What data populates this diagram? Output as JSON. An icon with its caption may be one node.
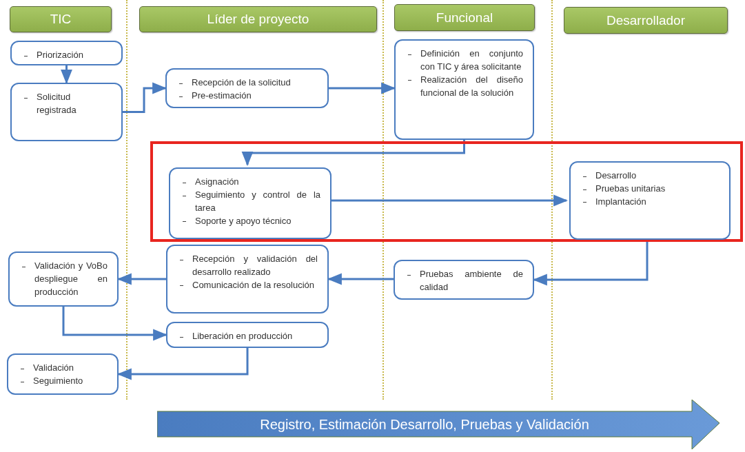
{
  "diagram": {
    "nodes": [
      {
        "text": [
          "TIC"
        ]
      },
      {
        "text": [
          "Líder de proyecto"
        ]
      },
      {
        "text": [
          "Funcional"
        ]
      },
      {
        "text": [
          "Desarrollador"
        ]
      },
      {
        "text": [
          "Priorización"
        ]
      },
      {
        "text": [
          "Solicitud registrada"
        ]
      },
      {
        "text": [
          "Recepción de la solicitud",
          "Pre-estimación"
        ]
      },
      {
        "text": [
          "Definición en conjunto con TIC y área solicitante",
          "Realización del diseño funcional de la solución"
        ]
      },
      {
        "text": [],
        "shape": "box"
      },
      {
        "text": [
          "Asignación",
          "Seguimiento y control de la tarea",
          "Soporte y apoyo técnico"
        ],
        "in": 8
      },
      {
        "text": [
          "Desarrollo",
          "Pruebas unitarias",
          "Implantación"
        ],
        "in": 8
      },
      {
        "text": [
          "Validación y VoBo despliegue en producción"
        ]
      },
      {
        "text": [
          "Recepción y validación del desarrollo realizado",
          "Comunicación de la resolución"
        ]
      },
      {
        "text": [
          "Pruebas ambiente de calidad"
        ]
      },
      {
        "text": [
          "Liberación en producción"
        ]
      },
      {
        "text": [
          "Validación",
          "Seguimiento"
        ]
      },
      {
        "text": [
          "Registro, Estimación Desarrollo, Pruebas y Validación"
        ]
      }
    ],
    "edges": [
      {
        "from": 4,
        "to": 5,
        "arrow": "to"
      },
      {
        "from": 5,
        "to": 6,
        "arrow": "to"
      },
      {
        "from": 6,
        "to": 7,
        "arrow": "to"
      },
      {
        "from": 7,
        "to": 9,
        "arrow": "to"
      },
      {
        "from": 9,
        "to": 10,
        "arrow": "to"
      },
      {
        "from": 10,
        "to": 13,
        "arrow": "to"
      },
      {
        "from": 13,
        "to": 12,
        "arrow": "to"
      },
      {
        "from": 12,
        "to": 11,
        "arrow": "to"
      },
      {
        "from": 11,
        "to": 14,
        "arrow": "to"
      },
      {
        "from": 14,
        "to": 15,
        "arrow": "to"
      }
    ]
  }
}
